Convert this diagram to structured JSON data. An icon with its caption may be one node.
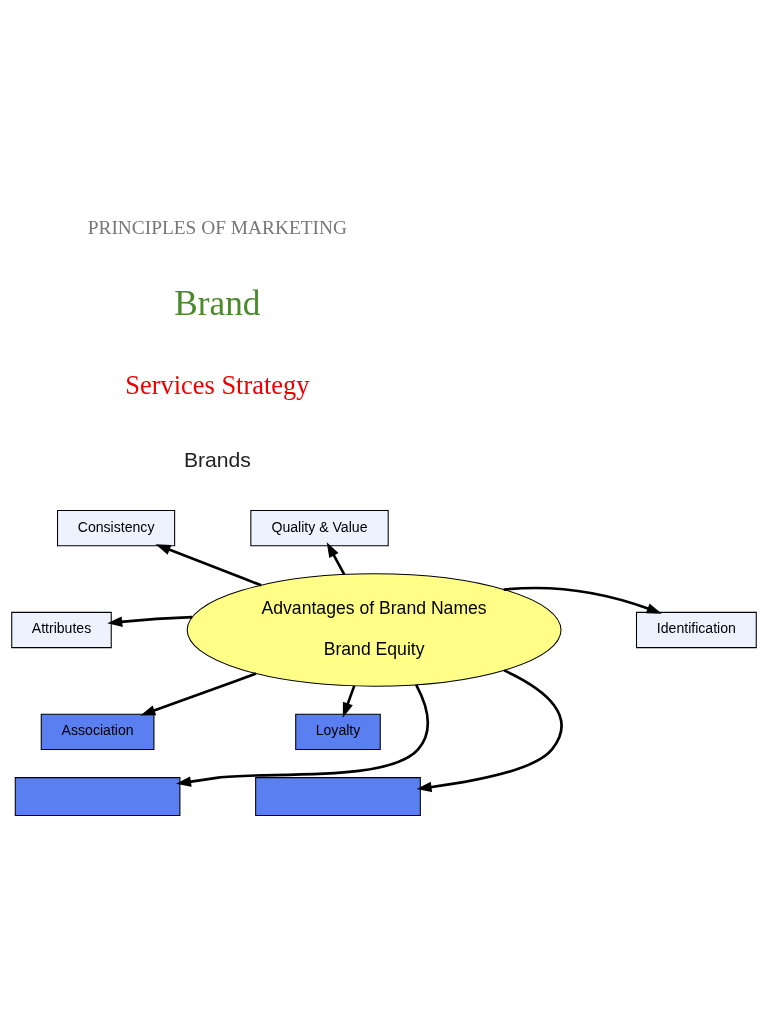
{
  "diagram": {
    "nodes": [
      {
        "text": [
          "Advantages of Brand Names",
          "Brand Equity"
        ]
      },
      {
        "text": [
          "Consistency"
        ]
      },
      {
        "text": [
          "Quality & Value"
        ]
      },
      {
        "text": [
          "Attributes"
        ]
      },
      {
        "text": [
          "Identification"
        ]
      },
      {
        "text": [
          "Association"
        ]
      },
      {
        "text": [
          "Loyalty"
        ]
      },
      {
        "text": [],
        "shape": "box"
      },
      {
        "text": [],
        "shape": "box"
      }
    ],
    "edges": [
      {
        "from": 0,
        "to": 1,
        "arrow": "to"
      },
      {
        "from": 0,
        "to": 2,
        "arrow": "to"
      },
      {
        "from": 0,
        "to": 3,
        "arrow": "to"
      },
      {
        "from": 0,
        "to": 4,
        "arrow": "to"
      },
      {
        "from": 0,
        "to": 5,
        "arrow": "to"
      },
      {
        "from": 0,
        "to": 6,
        "arrow": "to"
      },
      {
        "from": 0,
        "to": 7,
        "arrow": "to"
      },
      {
        "from": 0,
        "to": 8,
        "arrow": "to"
      }
    ],
    "labels": [
      "PRINCIPLES OF MARKETING",
      "Brand",
      "Services Strategy",
      "Brands"
    ]
  }
}
